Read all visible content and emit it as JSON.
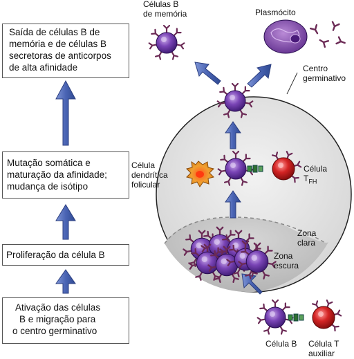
{
  "steps": [
    {
      "lines": [
        "Saída de células B de",
        "memória e de células B",
        "secretoras de anticorpos",
        "de alta afinidade"
      ]
    },
    {
      "lines": [
        "Mutação somática e",
        "maturação da afinidade;",
        "mudança de isótipo"
      ]
    },
    {
      "lines": [
        "Proliferação da célula B"
      ]
    },
    {
      "lines": [
        "Ativação das células",
        "B e migração para",
        "o centro germinativo"
      ]
    }
  ],
  "labels": {
    "memory_b_line1": "Células B",
    "memory_b_line2": "de memória",
    "plasma_cell": "Plasmócito",
    "germinal_center_line1": "Centro",
    "germinal_center_line2": "germinativo",
    "fdc_line1": "Célula",
    "fdc_line2": "dendrítica",
    "fdc_line3": "folicular",
    "tfh_line1": "Célula",
    "tfh_main": "T",
    "tfh_sub": "FH",
    "light_zone_line1": "Zona",
    "light_zone_line2": "clara",
    "dark_zone_line1": "Zona",
    "dark_zone_line2": "escura",
    "b_cell": "Célula B",
    "helper_t_line1": "Célula T",
    "helper_t_line2": "auxiliar"
  },
  "colors": {
    "box_border": "#555555",
    "arrow_fill": "#4a64b4",
    "b_cell": "#6a3fa0",
    "t_cell": "#c81e1e",
    "dendritic": "#e88a1a",
    "germinal_center": "#e6e6e6",
    "antibody": "#6b2a55"
  }
}
